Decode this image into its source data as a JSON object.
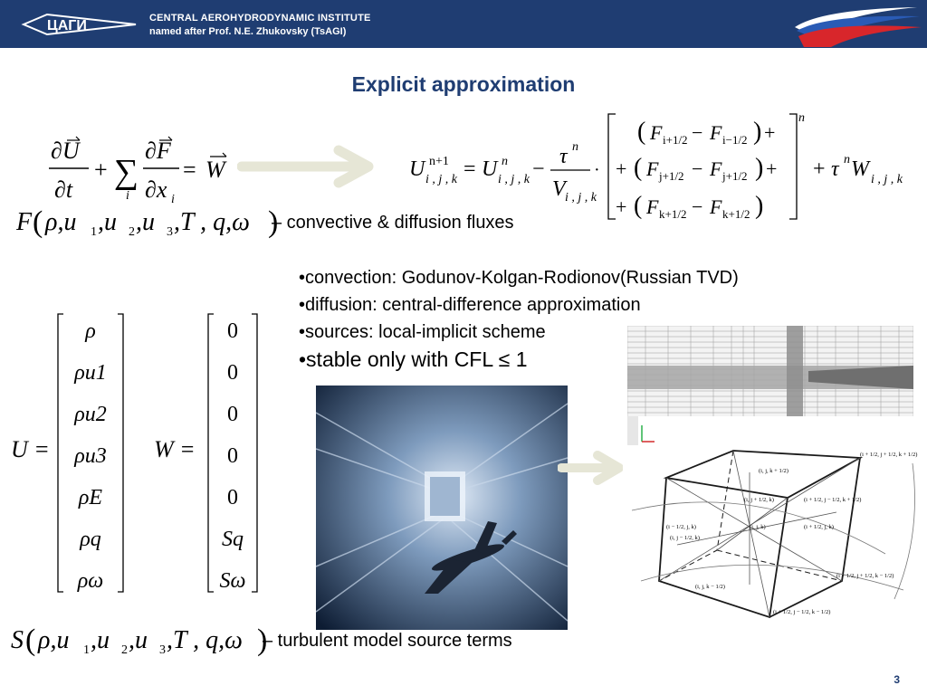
{
  "header": {
    "logo_text": "ЦАГИ",
    "institute_line1": "CENTRAL AEROHYDRODYNAMIC INSTITUTE",
    "institute_line2": "named after Prof. N.E. Zhukovsky (TsAGI)"
  },
  "title": "Explicit approximation",
  "flux_label": "– convective & diffusion fluxes",
  "source_label": "– turbulent model source terms",
  "bullets": [
    "•convection: Godunov-Kolgan-Rodionov(Russian TVD)",
    "•diffusion: central-difference approximation",
    "•sources: local-implicit scheme",
    "•stable only with CFL ≤ 1"
  ],
  "U_vector": [
    "ρ",
    "ρu1",
    "ρu2",
    "ρu3",
    "ρE",
    "ρq",
    "ρω"
  ],
  "W_vector": [
    "0",
    "0",
    "0",
    "0",
    "0",
    "Sq",
    "Sω"
  ],
  "cell_labels": [
    "(i + 1/2, j + 1/2, k + 1/2)",
    "(i, j, k + 1/2)",
    "(i, j + 1/2, k)",
    "(i + 1/2, j − 1/2, k + 1/2)",
    "(i − 1/2, j, k)",
    "(i, j, k)",
    "(i + 1/2, j, k)",
    "(i, j − 1/2, k)",
    "(i + 1/2, j + 1/2, k − 1/2)",
    "(i, j, k − 1/2)",
    "(i + 1/2, j − 1/2, k − 1/2)"
  ],
  "page_number": "3",
  "colors": {
    "header_bg": "#1f3d72",
    "title": "#1f3d72",
    "arrow": "#e6e6d6"
  }
}
